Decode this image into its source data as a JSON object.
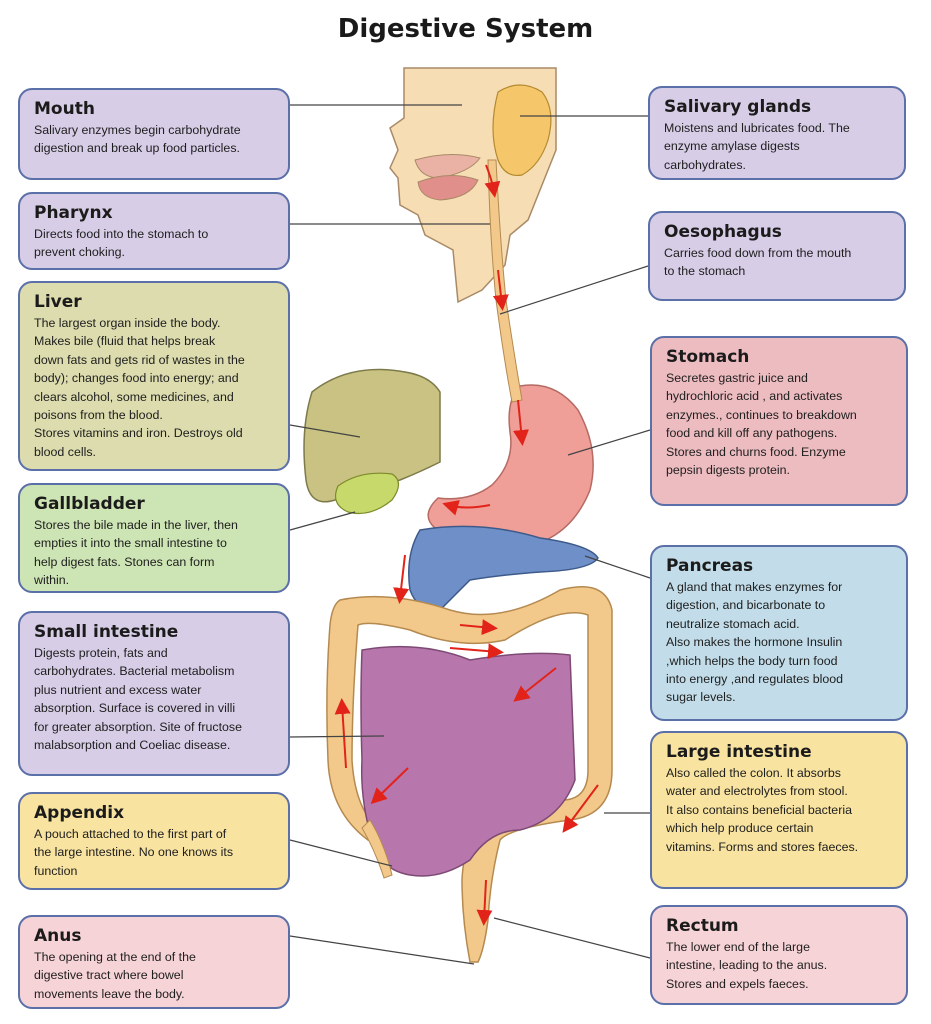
{
  "title": "Digestive System",
  "colors": {
    "box_border": "#5b6fa8",
    "purple_box": "#d7cde6",
    "olive_box": "#dcdcae",
    "green_box": "#cde4b4",
    "pink_box": "#ecbcc0",
    "blue_box": "#c2dde9",
    "yellow_box": "#f8e3a0",
    "light_pink_box": "#f6d3d6",
    "skin": "#f7ddb4",
    "gland": "#f5c66a",
    "liver": "#c9c283",
    "gallbladder": "#c7d96a",
    "stomach": "#ef9f97",
    "pancreas": "#6f8fc8",
    "large_intestine": "#f3c98b",
    "small_intestine": "#b777ad",
    "arrow": "#e2231a"
  },
  "boxes": {
    "mouth": {
      "heading": "Mouth",
      "text": "Salivary enzymes begin carbohydrate\ndigestion and break up food particles."
    },
    "pharynx": {
      "heading": "Pharynx",
      "text": "Directs food into the stomach to\nprevent choking."
    },
    "liver": {
      "heading": "Liver",
      "text": "The largest organ inside the body.\nMakes bile (fluid that helps break\ndown fats and gets rid of wastes in the\nbody); changes food into energy; and\nclears alcohol, some medicines, and\npoisons from the blood.\nStores vitamins and iron. Destroys old\nblood cells."
    },
    "gallbladder": {
      "heading": "Gallbladder",
      "text": "Stores the bile made in the liver, then\nempties it into the small intestine to\nhelp digest fats. Stones can form\nwithin."
    },
    "small_intestine": {
      "heading": "Small intestine",
      "text": "Digests protein, fats and\ncarbohydrates.  Bacterial metabolism\nplus nutrient and excess water\nabsorption. Surface is covered in villi\nfor greater absorption. Site of fructose\nmalabsorption and Coeliac disease."
    },
    "appendix": {
      "heading": "Appendix",
      "text": "A pouch attached to the first part of\nthe large intestine.  No one knows its\nfunction"
    },
    "anus": {
      "heading": "Anus",
      "text": "The opening at the end of the\ndigestive tract where bowel\nmovements leave the  body."
    },
    "salivary_glands": {
      "heading": "Salivary glands",
      "text": "Moistens and lubricates food. The\nenzyme amylase digests\ncarbohydrates."
    },
    "oesophagus": {
      "heading": "Oesophagus",
      "text": "Carries food down from the mouth\nto the stomach"
    },
    "stomach": {
      "heading": "Stomach",
      "text": "Secretes  gastric juice and\nhydrochloric acid , and activates\nenzymes., continues to breakdown\nfood and kill off any pathogens.\nStores and churns food. Enzyme\npepsin digests protein."
    },
    "pancreas": {
      "heading": "Pancreas",
      "text": "A gland that makes enzymes for\ndigestion, and bicarbonate to\nneutralize stomach acid.\nAlso makes the hormone  Insulin\n,which helps the body turn food\ninto energy ,and regulates blood\nsugar levels."
    },
    "large_intestine": {
      "heading": "Large intestine",
      "text": "Also called the colon. It absorbs\nwater and electrolytes from stool.\nIt also contains beneficial bacteria\nwhich help produce certain\nvitamins. Forms and stores faeces."
    },
    "rectum": {
      "heading": "Rectum",
      "text": "The lower end of the large\nintestine, leading to the anus.\nStores and expels faeces."
    }
  }
}
